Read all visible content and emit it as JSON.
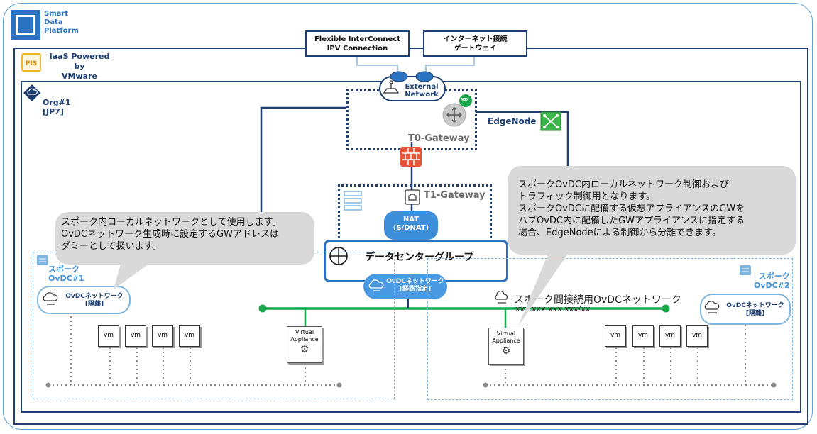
{
  "brand": {
    "line1": "Smart",
    "line2": "Data",
    "line3": "Platform"
  },
  "iaas": {
    "badge": "PIS",
    "line1": "IaaS Powered by",
    "line2": "VMware"
  },
  "org": {
    "line1": "Org#1",
    "line2": "[JP7]"
  },
  "top_boxes": {
    "fic_line1": "Flexible InterConnect",
    "fic_line2": "IPV Connection",
    "inet_line1": "インターネット接続",
    "inet_line2": "ゲートウェイ"
  },
  "external_network": {
    "line1": "External",
    "line2": "Network"
  },
  "nsx_badge": "NSX",
  "t0_gateway": "T0-Gateway",
  "edge_node": "EdgeNode",
  "t1_gateway": "T1-Gateway",
  "nat": {
    "line1": "NAT",
    "line2": "(S/DNAT)"
  },
  "datacenter_group": "データセンターグループ",
  "ovdc_route": {
    "line1": "OvDCネットワーク",
    "line2": "[経路指定]"
  },
  "bubble_left": {
    "line1": "スポーク内ローカルネットワークとして使用します。",
    "line2": "OvDCネットワーク生成時に設定するGWアドレスは",
    "line3": "ダミーとして扱います。"
  },
  "bubble_right": {
    "line1": "スポークOvDC内ローカルネットワーク制御および",
    "line2": "トラフィック制御用となります。",
    "line3": "スポークOvDCに配備する仮想アプライアンスのGWを",
    "line4": "ハブOvDC内に配備したGWアプライアンスに指定する",
    "line5": "場合、EdgeNodeによる制御から分離できます。"
  },
  "spoke1": {
    "line1": "スポーク",
    "line2": "OvDC#1"
  },
  "spoke2": {
    "line1": "スポーク",
    "line2": "OvDC#2"
  },
  "isolated_net": {
    "line1": "OvDCネットワーク",
    "line2": "[隔離]"
  },
  "vm_label": "vm",
  "virtual_appliance": {
    "line1": "Virtual",
    "line2": "Appliance"
  },
  "spoke_connection": "スポーク間接続用OvDCネットワーク",
  "subnet": "xxx.xxx.xxx.xxx/xx",
  "colors": {
    "navy": "#1d3f73",
    "blue": "#2b73c0",
    "green": "#1aa64a",
    "light_blue": "#7fb6e0",
    "bubble": "#d9d9d9"
  }
}
